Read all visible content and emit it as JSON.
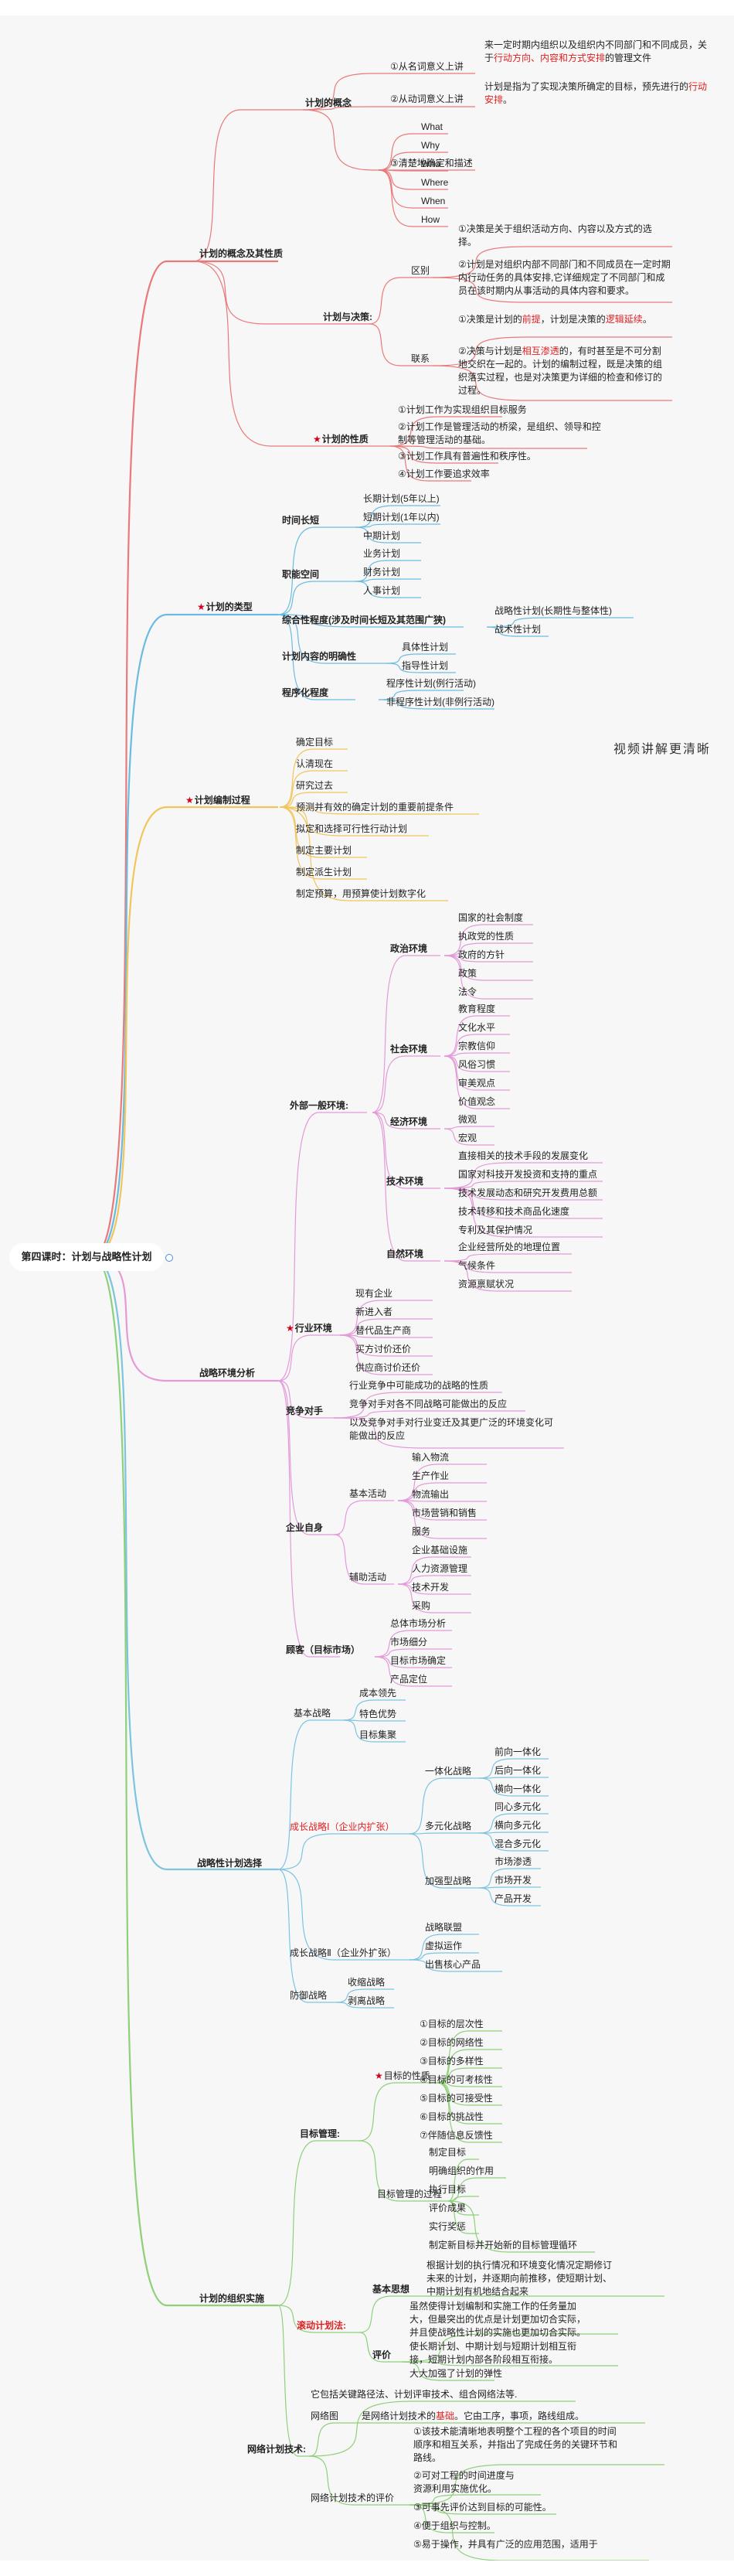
{
  "root": {
    "title": "第四课时：计划与战略性计划"
  },
  "watermark_text": "视频讲解更清晰",
  "colors": {
    "red_branch": "#e87a7a",
    "blue_branch": "#6bbbe0",
    "yellow_branch": "#f2c55c",
    "pink_branch": "#e49ad8",
    "teal_branch": "#7cc4e0",
    "green_branch": "#8fd07a",
    "highlight": "#e02020",
    "star": "#d0021b"
  },
  "branches": {
    "concept": {
      "label": "计划的概念及其性质",
      "concept_node": {
        "label": "计划的概念",
        "noun": {
          "label": "①从名词意义上讲",
          "text_a": "来一定时期内组织以及组织内不同部门和不同成员，关于",
          "text_hl": "行动方向、内容和方式安排",
          "text_b": "的管理文件"
        },
        "verb": {
          "label": "②从动词意义上讲",
          "text_a": "计划是指为了实现决策所确定的目标，预先进行的",
          "text_hl": "行动安排",
          "text_b": "。"
        },
        "describe": {
          "label": "③清楚地确定和描述",
          "items": [
            "What",
            "Why",
            "Who",
            "Where",
            "When",
            "How"
          ]
        }
      },
      "plan_decision": {
        "label": "计划与决策:",
        "diff": {
          "label": "区别",
          "items": [
            "①决策是关于组织活动方向、内容以及方式的选择。",
            "②计划是对组织内部不同部门和不同成员在一定时期内行动任务的具体安排,它详细规定了不同部门和成员在该时期内从事活动的具体内容和要求。"
          ]
        },
        "link": {
          "label": "联系",
          "item1": {
            "a": "①决策是计划的",
            "hl1": "前提",
            "b": "，计划是决策的",
            "hl2": "逻辑延续",
            "c": "。"
          },
          "item2": {
            "a": "②决策与计划是",
            "hl": "相互渗透",
            "b": "的，有时甚至是不可分割地交织在一起的。计划的编制过程，既是决策的组织落实过程，也是对决策更为详细的检查和修订的过程。"
          }
        }
      },
      "nature": {
        "label": "计划的性质",
        "starred": true,
        "items": [
          "①计划工作为实现组织目标服务",
          "②计划工作是管理活动的桥梁，是组织、领导和控制等管理活动的基础。",
          "③计划工作具有普遍性和秩序性。",
          "④计划工作要追求效率"
        ]
      }
    },
    "types": {
      "label": "计划的类型",
      "starred": true,
      "time": {
        "label": "时间长短",
        "items": [
          "长期计划(5年以上)",
          "短期计划(1年以内)",
          "中期计划"
        ]
      },
      "function": {
        "label": "职能空间",
        "items": [
          "业务计划",
          "财务计划",
          "人事计划"
        ]
      },
      "scope": {
        "label": "综合性程度(涉及时间长短及其范围广狭)",
        "items": [
          "战略性计划(长期性与整体性)",
          "战术性计划"
        ]
      },
      "clarity": {
        "label": "计划内容的明确性",
        "items": [
          "具体性计划",
          "指导性计划"
        ]
      },
      "program": {
        "label": "程序化程度",
        "items": [
          "程序性计划(例行活动)",
          "非程序性计划(非例行活动)"
        ]
      }
    },
    "process": {
      "label": "计划编制过程",
      "starred": true,
      "items": [
        "确定目标",
        "认清现在",
        "研究过去",
        "预测并有效的确定计划的重要前提条件",
        "拟定和选择可行性行动计划",
        "制定主要计划",
        "制定派生计划",
        "制定预算，用预算使计划数字化"
      ]
    },
    "environment": {
      "label": "战略环境分析",
      "external": {
        "label": "外部一般环境:",
        "political": {
          "label": "政治环境",
          "items": [
            "国家的社会制度",
            "执政党的性质",
            "政府的方针",
            "政策",
            "法令"
          ]
        },
        "social": {
          "label": "社会环境",
          "items": [
            "教育程度",
            "文化水平",
            "宗教信仰",
            "风俗习惯",
            "审美观点",
            "价值观念"
          ]
        },
        "economic": {
          "label": "经济环境",
          "items": [
            "微观",
            "宏观"
          ]
        },
        "tech": {
          "label": "技术环境",
          "items": [
            "直接相关的技术手段的发展变化",
            "国家对科技开发投资和支持的重点",
            "技术发展动态和研究开发费用总额",
            "技术转移和技术商品化速度",
            "专利及其保护情况"
          ]
        },
        "natural": {
          "label": "自然环境",
          "items": [
            "企业经营所处的地理位置",
            "气候条件",
            "资源禀赋状况"
          ]
        }
      },
      "industry": {
        "label": "行业环境",
        "starred": true,
        "items": [
          "现有企业",
          "新进入者",
          "替代品生产商",
          "买方讨价还价",
          "供应商讨价还价"
        ]
      },
      "competitor": {
        "label": "竞争对手",
        "items": [
          "行业竞争中可能成功的战略的性质",
          "竞争对手对各不同战略可能做出的反应",
          "以及竞争对手对行业变迁及其更广泛的环境变化可能做出的反应"
        ]
      },
      "self": {
        "label": "企业自身",
        "basic": {
          "label": "基本活动",
          "items": [
            "输入物流",
            "生产作业",
            "物流输出",
            "市场营销和销售",
            "服务"
          ]
        },
        "support": {
          "label": "辅助活动",
          "items": [
            "企业基础设施",
            "人力资源管理",
            "技术开发",
            "采购"
          ]
        }
      },
      "customer": {
        "label": "顾客（目标市场）",
        "items": [
          "总体市场分析",
          "市场细分",
          "目标市场确定",
          "产品定位"
        ]
      }
    },
    "strategy": {
      "label": "战略性计划选择",
      "basic": {
        "label": "基本战略",
        "items": [
          "成本领先",
          "特色优势",
          "目标集聚"
        ]
      },
      "growth1": {
        "label": "成长战略Ⅰ（企业内扩张）",
        "integration": {
          "label": "一体化战略",
          "items": [
            "前向一体化",
            "后向一体化",
            "横向一体化"
          ]
        },
        "diversification": {
          "label": "多元化战略",
          "items": [
            "同心多元化",
            "横向多元化",
            "混合多元化"
          ]
        },
        "intensive": {
          "label": "加强型战略",
          "items": [
            "市场渗透",
            "市场开发",
            "产品开发"
          ]
        }
      },
      "growth2": {
        "label": "成长战略Ⅱ（企业外扩张）",
        "items": [
          "战略联盟",
          "虚拟运作",
          "出售核心产品"
        ]
      },
      "defense": {
        "label": "防御战略",
        "items": [
          "收缩战略",
          "剥离战略"
        ]
      }
    },
    "implementation": {
      "label": "计划的组织实施",
      "mbo": {
        "label": "目标管理:",
        "nature": {
          "label": "目标的性质",
          "starred": true,
          "items": [
            "①目标的层次性",
            "②目标的网络性",
            "③目标的多样性",
            "④目标的可考核性",
            "⑤目标的可接受性",
            "⑥目标的挑战性",
            "⑦伴随信息反馈性"
          ]
        },
        "process": {
          "label": "目标管理的过程",
          "items": [
            "制定目标",
            "明确组织的作用",
            "执行目标",
            "评价成果",
            "实行奖惩",
            "制定新目标并开始新的目标管理循环"
          ]
        }
      },
      "rolling": {
        "label": "滚动计划法:",
        "idea": {
          "label": "基本思想",
          "text": "根据计划的执行情况和环境变化情况定期修订未来的计划，并逐期向前推移，使短期计划、中期计划有机地结合起来"
        },
        "eval": {
          "label": "评价",
          "items": [
            "虽然使得计划编制和实施工作的任务量加大，但最突出的优点是计划更加切合实际，并且使战略性计划的实施也更加切合实际。",
            "使长期计划、中期计划与短期计划相互衔接，短期计划内部各阶段相互衔接。",
            "大大加强了计划的弹性"
          ]
        }
      },
      "network": {
        "label": "网络计划技术:",
        "intro": "它包括关键路径法、计划评审技术、组合网络法等.",
        "diagram": {
          "label": "网络图",
          "a": "是网络计划技术的",
          "hl": "基础",
          "b": "。它由工序，事项，路线组成。"
        },
        "eval": {
          "label": "网络计划技术的评价",
          "items": [
            "①该技术能清晰地表明整个工程的各个项目的时间顺序和相互关系，并指出了完成任务的关键环节和路线。",
            "②可对工程的时间进度与资源利用实施优化。",
            "③可事先评价达到目标的可能性。",
            "④便于组织与控制。",
            "⑤易于操作，并具有广泛的应用范围，适用于"
          ]
        }
      }
    }
  }
}
